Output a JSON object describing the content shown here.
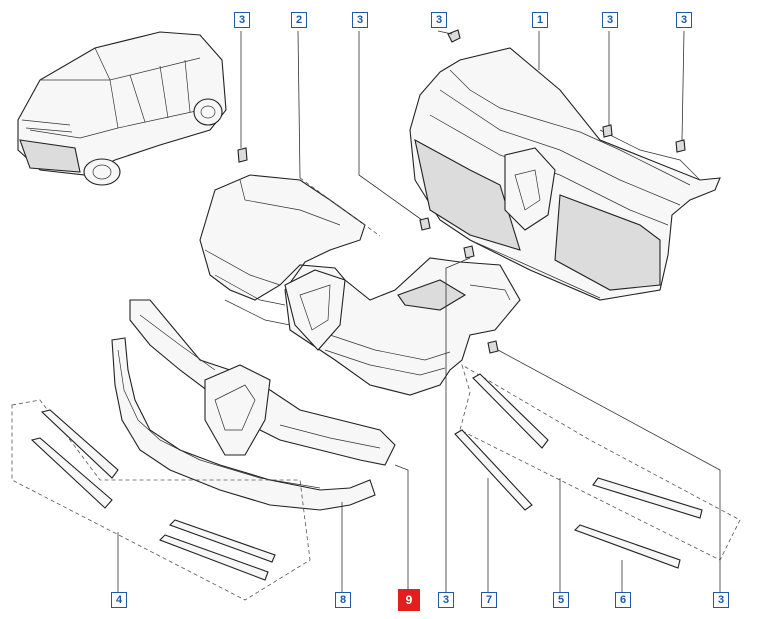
{
  "callouts": [
    {
      "id": "c1",
      "label": "3"
    },
    {
      "id": "c2",
      "label": "2"
    },
    {
      "id": "c3",
      "label": "3"
    },
    {
      "id": "c4",
      "label": "3"
    },
    {
      "id": "c5",
      "label": "1"
    },
    {
      "id": "c6",
      "label": "3"
    },
    {
      "id": "c7",
      "label": "3"
    },
    {
      "id": "c8",
      "label": "4"
    },
    {
      "id": "c9",
      "label": "8"
    },
    {
      "id": "c10",
      "label": "9"
    },
    {
      "id": "c11",
      "label": "3"
    },
    {
      "id": "c12",
      "label": "7"
    },
    {
      "id": "c13",
      "label": "5"
    },
    {
      "id": "c14",
      "label": "6"
    },
    {
      "id": "c15",
      "label": "3"
    }
  ],
  "colors": {
    "callout_border": "#1e5aa8",
    "callout_highlight": "#e02020"
  }
}
